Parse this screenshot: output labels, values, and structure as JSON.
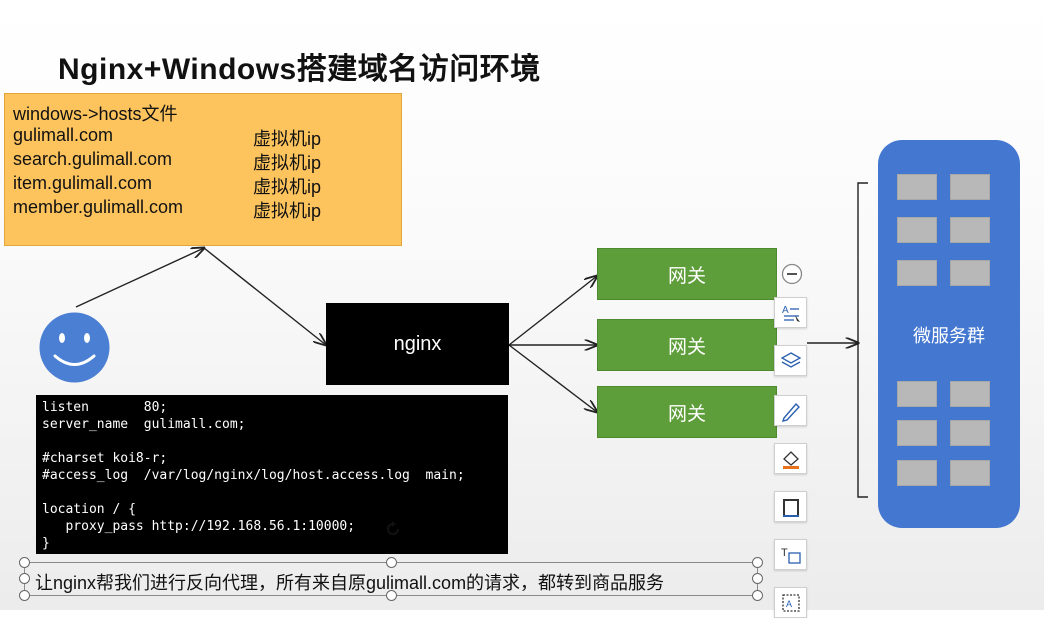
{
  "title": "Nginx+Windows搭建域名访问环境",
  "hosts": {
    "heading": "windows->hosts文件",
    "entries": [
      {
        "domain": "gulimall.com",
        "ip": "虚拟机ip"
      },
      {
        "domain": "search.gulimall.com",
        "ip": "虚拟机ip"
      },
      {
        "domain": "item.gulimall.com",
        "ip": "虚拟机ip"
      },
      {
        "domain": "member.gulimall.com",
        "ip": "虚拟机ip"
      }
    ]
  },
  "nginx_label": "nginx",
  "gateways": [
    "网关",
    "网关",
    "网关"
  ],
  "microservices_label": "微服务群",
  "terminal_lines": [
    "listen       80;",
    "server_name  gulimall.com;",
    "",
    "#charset koi8-r;",
    "#access_log  /var/log/nginx/log/host.access.log  main;",
    "",
    "location / {",
    "   proxy_pass http://192.168.56.1:10000;",
    "}"
  ],
  "caption": "让nginx帮我们进行反向代理，所有来自原gulimall.com的请求，都转到商品服务",
  "colors": {
    "hosts_bg": "#fdc45e",
    "gateway_green": "#5e9e3a",
    "panel_blue": "#4377d0",
    "face_blue": "#4a7fd3"
  },
  "toolbar_icons": [
    "minus-circle-icon",
    "text-select-icon",
    "layers-icon",
    "pen-icon",
    "fill-icon",
    "frame-icon",
    "text-box-icon",
    "text-area-icon"
  ]
}
